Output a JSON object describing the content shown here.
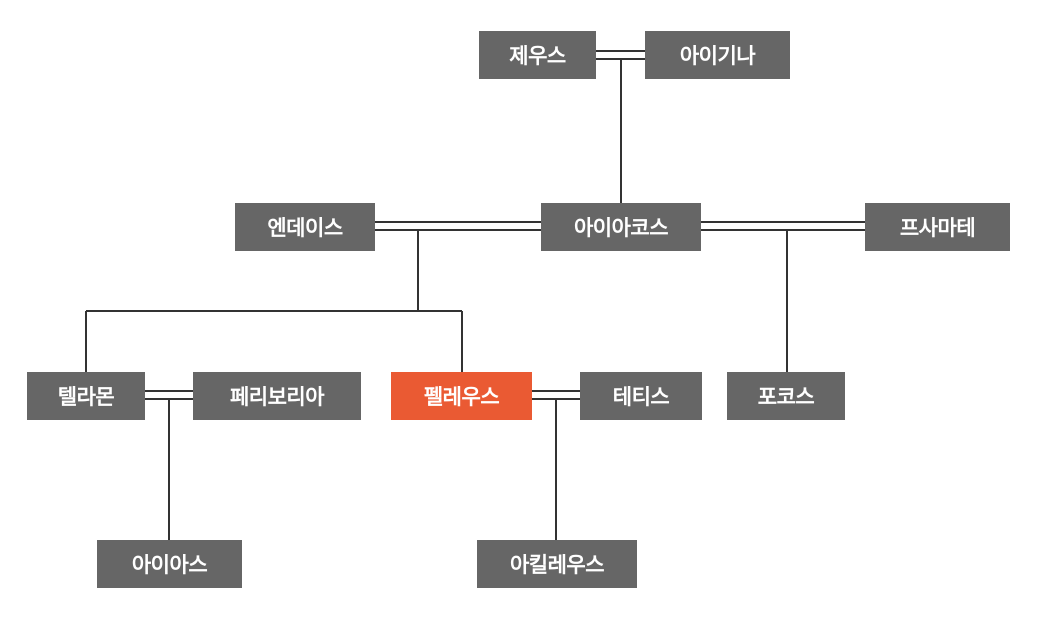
{
  "colors": {
    "node_fill": "#666666",
    "highlight_fill": "#ea5a33",
    "text": "#ffffff",
    "line": "#333333"
  },
  "nodes": {
    "zeus": "제우스",
    "aegina": "아이기나",
    "endeis": "엔데이스",
    "aiakos": "아이아코스",
    "psamathe": "프사마테",
    "telamon": "텔라몬",
    "periboia": "페리보리아",
    "peleus": "펠레우스",
    "thetis": "테티스",
    "phokos": "포코스",
    "aias": "아이아스",
    "achilles": "아킬레우스"
  },
  "highlighted_node": "peleus",
  "relations": {
    "marriages": [
      {
        "partners": [
          "zeus",
          "aegina"
        ]
      },
      {
        "partners": [
          "endeis",
          "aiakos"
        ]
      },
      {
        "partners": [
          "aiakos",
          "psamathe"
        ]
      },
      {
        "partners": [
          "telamon",
          "periboia"
        ]
      },
      {
        "partners": [
          "peleus",
          "thetis"
        ]
      }
    ],
    "parent_child": [
      {
        "parents": [
          "zeus",
          "aegina"
        ],
        "children": [
          "aiakos"
        ]
      },
      {
        "parents": [
          "endeis",
          "aiakos"
        ],
        "children": [
          "telamon",
          "peleus"
        ]
      },
      {
        "parents": [
          "aiakos",
          "psamathe"
        ],
        "children": [
          "phokos"
        ]
      },
      {
        "parents": [
          "telamon",
          "periboia"
        ],
        "children": [
          "aias"
        ]
      },
      {
        "parents": [
          "peleus",
          "thetis"
        ],
        "children": [
          "achilles"
        ]
      }
    ]
  }
}
